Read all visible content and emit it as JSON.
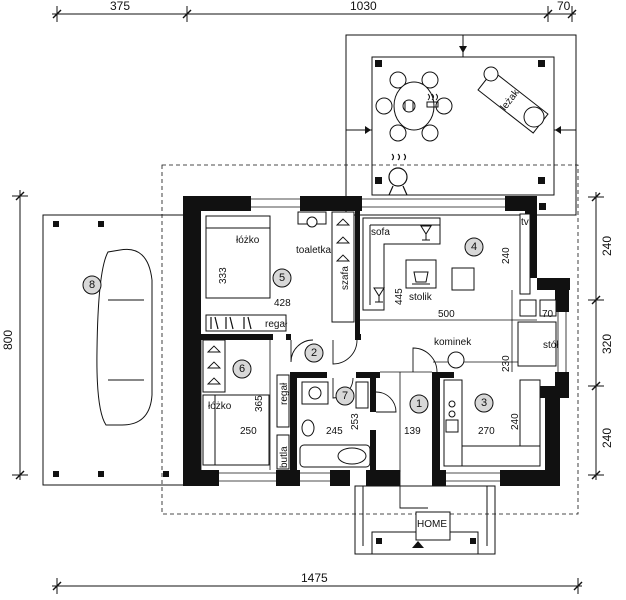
{
  "dimensions": {
    "top": [
      "375",
      "1030",
      "70"
    ],
    "bottom": "1475",
    "left": "800",
    "right": [
      "240",
      "320",
      "240"
    ]
  },
  "rooms": [
    {
      "number": "1"
    },
    {
      "number": "2"
    },
    {
      "number": "3"
    },
    {
      "number": "4"
    },
    {
      "number": "5"
    },
    {
      "number": "6"
    },
    {
      "number": "7"
    },
    {
      "number": "8"
    }
  ],
  "labels": {
    "lozko_1": "łóżko",
    "lozko_2": "łóżko",
    "toaletka": "toaletka",
    "szafa": "szafa",
    "regal_1": "regał",
    "regal_2": "regał",
    "sofa": "sofa",
    "stolik": "stolik",
    "tv": "tv",
    "stol": "stół",
    "kominek": "kominek",
    "butla": "butla",
    "lezak": "leżak",
    "home": "HOME"
  },
  "interior_dims": {
    "d333": "333",
    "d428": "428",
    "d445": "445",
    "d500": "500",
    "d240a": "240",
    "d70": "70",
    "d230": "230",
    "d365": "365",
    "d250": "250",
    "d245": "245",
    "d253": "253",
    "d139": "139",
    "d270": "270",
    "d240b": "240"
  }
}
